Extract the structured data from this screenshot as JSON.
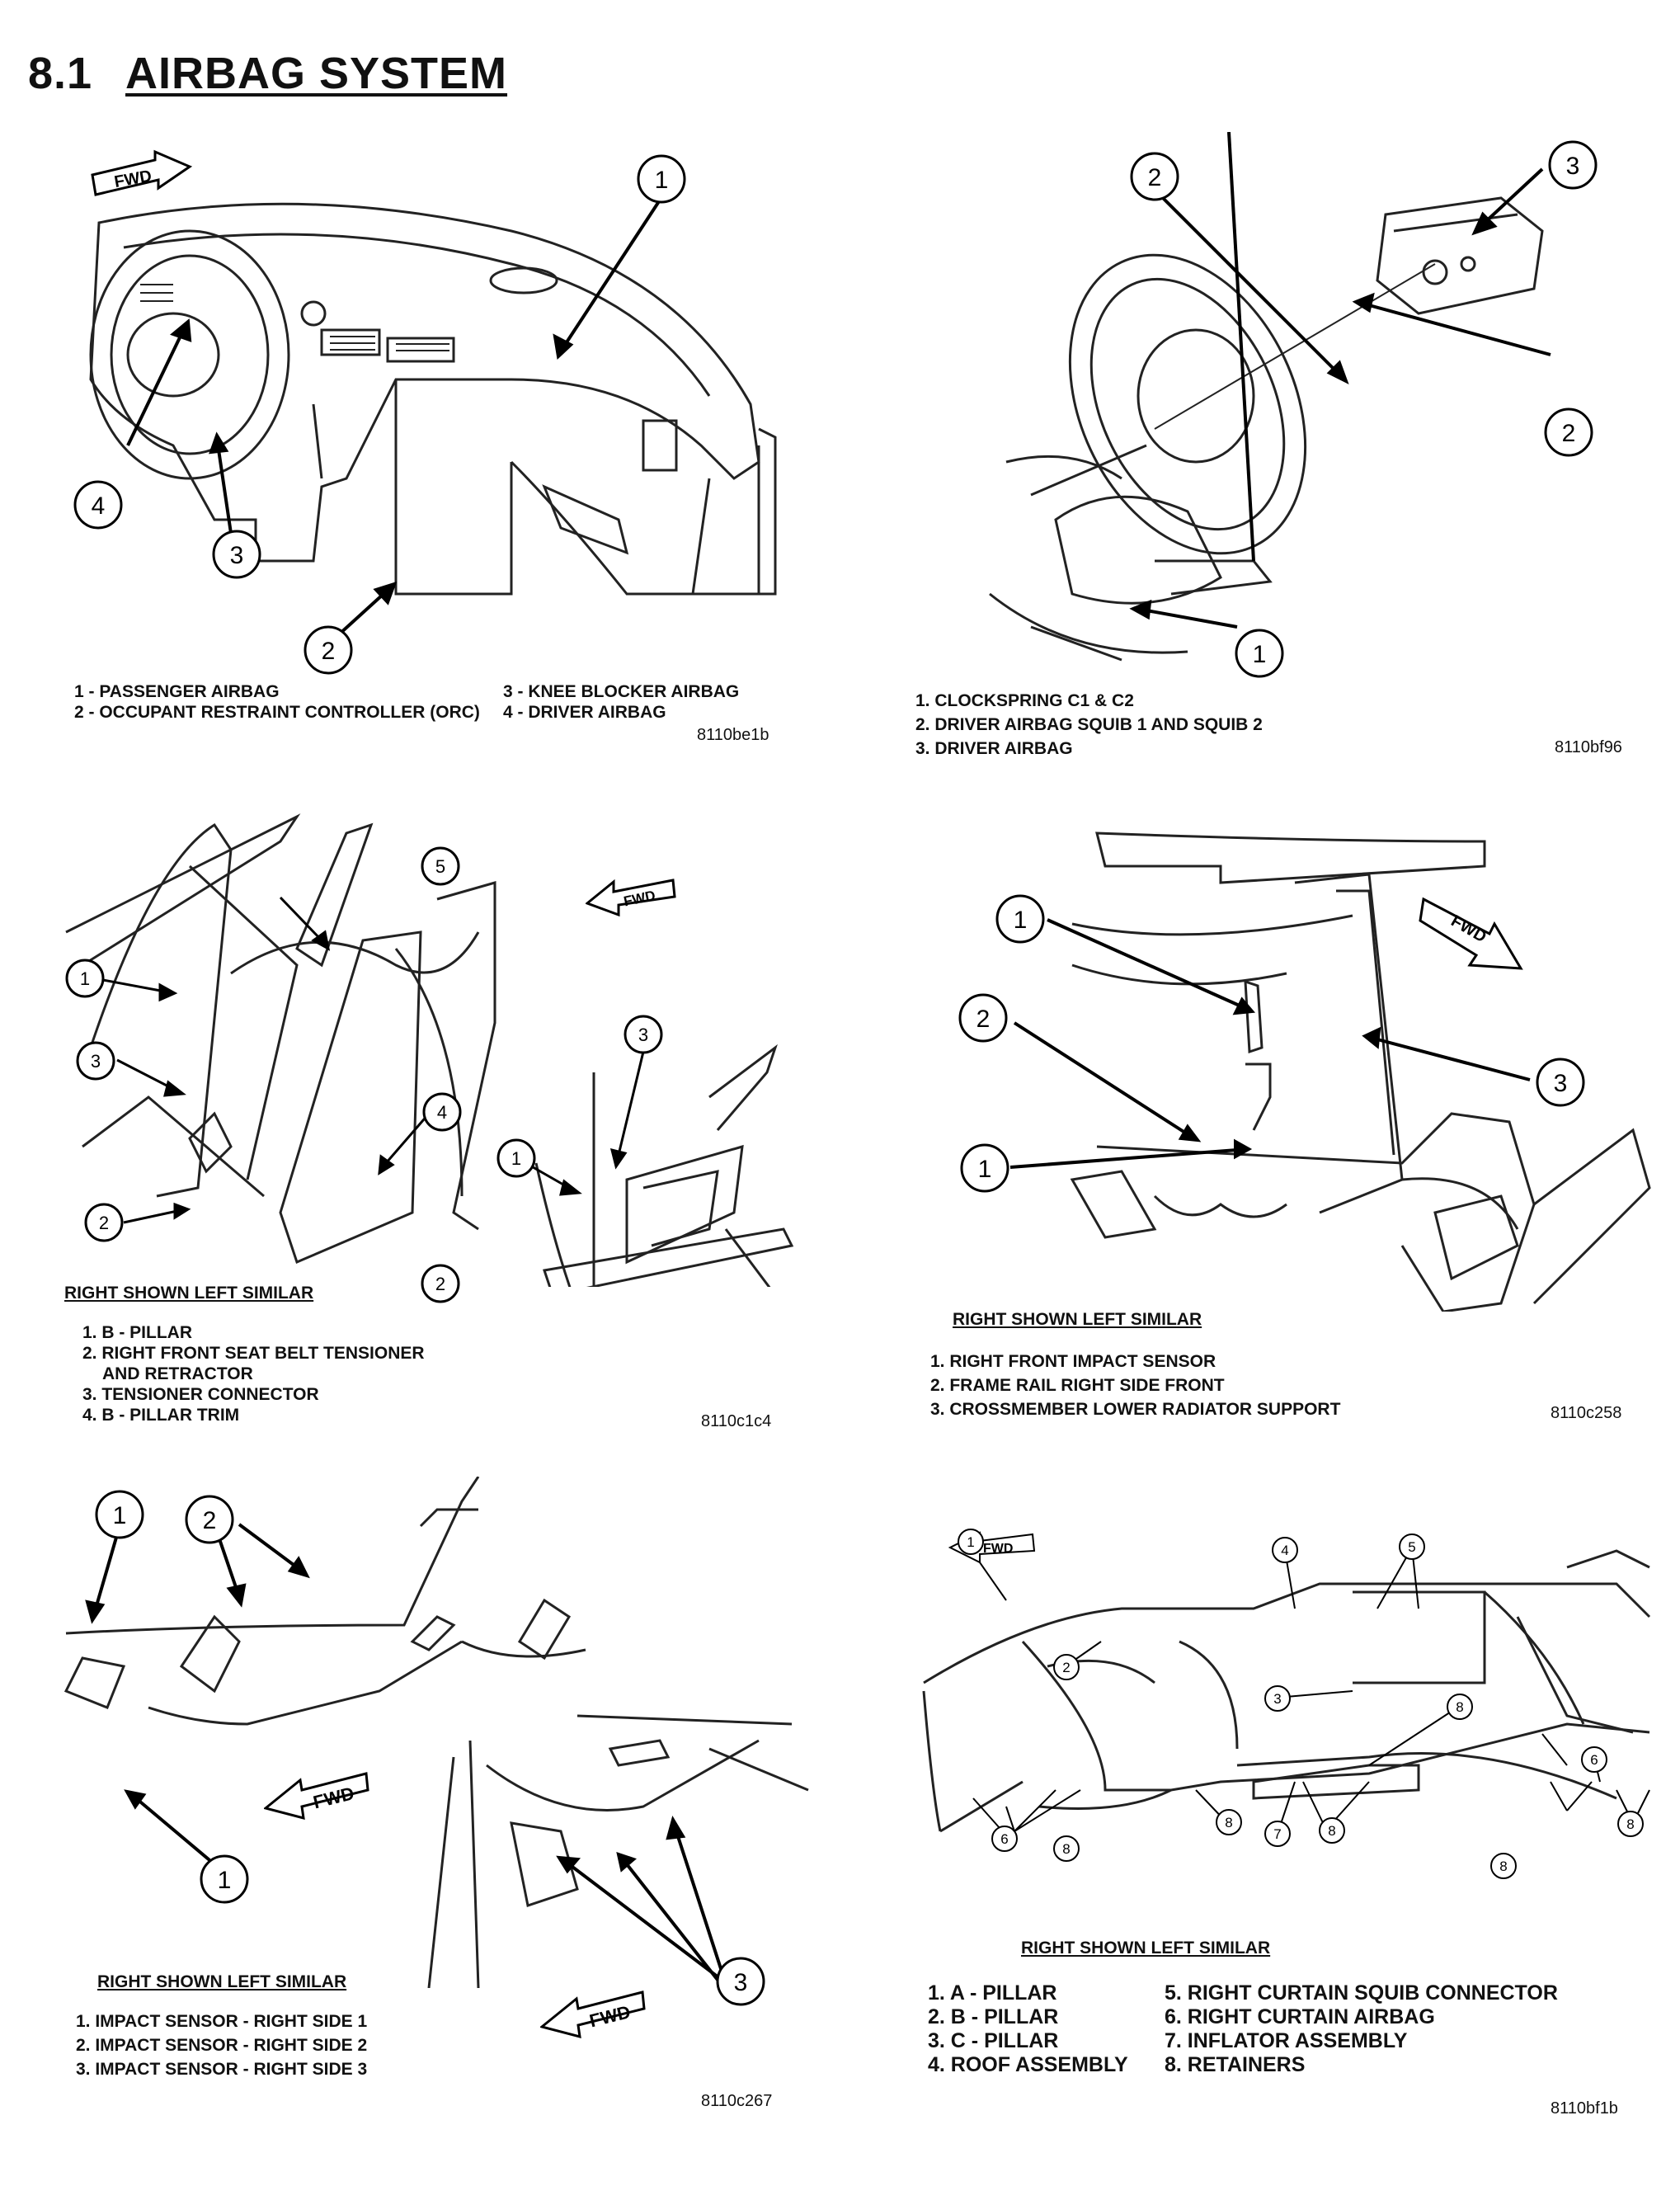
{
  "header": {
    "section_number": "8.1",
    "section_title": "AIRBAG SYSTEM"
  },
  "icons": {
    "fwd_arrow": "fwd-arrow-icon",
    "callout": "numbered-callout-circle"
  },
  "figures": [
    {
      "fwd_label": "FWD",
      "callouts": [
        "1",
        "2",
        "3",
        "4"
      ],
      "legend_left": [
        "1 - PASSENGER AIRBAG",
        "2 - OCCUPANT RESTRAINT CONTROLLER (ORC)"
      ],
      "legend_right": [
        "3 - KNEE BLOCKER AIRBAG",
        "4 - DRIVER AIRBAG"
      ],
      "code": "8110be1b"
    },
    {
      "callouts": [
        "1",
        "2",
        "2",
        "3"
      ],
      "legend": [
        "1. CLOCKSPRING C1 & C2",
        "2. DRIVER AIRBAG SQUIB 1 AND SQUIB 2",
        "3. DRIVER AIRBAG"
      ],
      "code": "8110bf96"
    },
    {
      "fwd_label": "FWD",
      "callouts": [
        "1",
        "2",
        "3",
        "4",
        "5",
        "1",
        "2",
        "3"
      ],
      "subtitle": "RIGHT SHOWN LEFT SIMILAR",
      "legend": [
        "1. B - PILLAR",
        "2. RIGHT FRONT SEAT BELT TENSIONER",
        "AND RETRACTOR",
        "3. TENSIONER CONNECTOR",
        "4. B - PILLAR TRIM"
      ],
      "code": "8110c1c4"
    },
    {
      "fwd_label": "FWD",
      "callouts": [
        "1",
        "2",
        "1",
        "3"
      ],
      "subtitle": "RIGHT SHOWN LEFT SIMILAR",
      "legend": [
        "1. RIGHT FRONT IMPACT SENSOR",
        "2. FRAME RAIL RIGHT SIDE FRONT",
        "3. CROSSMEMBER LOWER RADIATOR SUPPORT"
      ],
      "code": "8110c258"
    },
    {
      "fwd_label": "FWD",
      "callouts": [
        "1",
        "2",
        "1",
        "3"
      ],
      "subtitle": "RIGHT SHOWN LEFT SIMILAR",
      "legend": [
        "1.  IMPACT SENSOR - RIGHT SIDE 1",
        "2.  IMPACT SENSOR - RIGHT SIDE 2",
        "3.  IMPACT SENSOR - RIGHT SIDE 3"
      ],
      "code": "8110c267"
    },
    {
      "fwd_label": "FWD",
      "callouts": [
        "1",
        "2",
        "3",
        "4",
        "5",
        "6",
        "6",
        "7",
        "8",
        "8",
        "8",
        "8",
        "8",
        "8"
      ],
      "subtitle": "RIGHT SHOWN LEFT SIMILAR",
      "legend_left": [
        "1. A - PILLAR",
        "2. B - PILLAR",
        "3. C - PILLAR",
        "4. ROOF ASSEMBLY"
      ],
      "legend_right": [
        "5. RIGHT CURTAIN SQUIB CONNECTOR",
        "6. RIGHT CURTAIN AIRBAG",
        "7. INFLATOR ASSEMBLY",
        "8. RETAINERS"
      ],
      "code": "8110bf1b"
    }
  ]
}
